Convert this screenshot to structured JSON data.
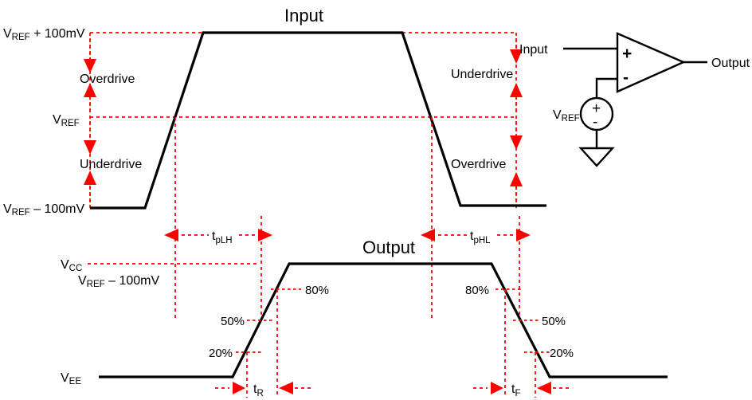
{
  "figure": {
    "type": "timing-diagram",
    "description": "Comparator input/output timing diagram showing overdrive, underdrive, propagation delays and rise/fall times"
  },
  "titles": {
    "input": "Input",
    "output": "Output"
  },
  "input_waveform": {
    "levels": {
      "high_label": "V",
      "high_sub": "REF",
      "high_rest": " + 100mV",
      "mid_label": "V",
      "mid_sub": "REF",
      "low_label": "V",
      "low_sub": "REF",
      "low_rest": " – 100mV"
    },
    "left_annotations": [
      {
        "name": "overdrive",
        "label": "Overdrive"
      },
      {
        "name": "underdrive",
        "label": "Underdrive"
      }
    ],
    "right_annotations": [
      {
        "name": "underdrive",
        "label": "Underdrive"
      },
      {
        "name": "overdrive",
        "label": "Overdrive"
      }
    ]
  },
  "output_waveform": {
    "levels": {
      "vcc_label": "V",
      "vcc_sub": "CC",
      "vcc_note_label": "V",
      "vcc_note_sub": "REF",
      "vcc_note_rest": " – 100mV",
      "vee_label": "V",
      "vee_sub": "EE"
    },
    "rising_markers": [
      {
        "name": "pct-80-rise",
        "label": "80%"
      },
      {
        "name": "pct-50-rise",
        "label": "50%"
      },
      {
        "name": "pct-20-rise",
        "label": "20%"
      }
    ],
    "falling_markers": [
      {
        "name": "pct-80-fall",
        "label": "80%"
      },
      {
        "name": "pct-50-fall",
        "label": "50%"
      },
      {
        "name": "pct-20-fall",
        "label": "20%"
      }
    ]
  },
  "timing_measurements": [
    {
      "name": "tpLH",
      "base": "t",
      "sub": "pLH"
    },
    {
      "name": "tpHL",
      "base": "t",
      "sub": "pHL"
    },
    {
      "name": "tR",
      "base": "t",
      "sub": "R"
    },
    {
      "name": "tF",
      "base": "t",
      "sub": "F"
    }
  ],
  "circuit": {
    "input_label": "Input",
    "output_label": "Output",
    "plus_symbol": "+",
    "minus_symbol": "-",
    "source_plus": "+",
    "source_minus": "-",
    "vref_label": "V",
    "vref_sub": "REF"
  },
  "colors": {
    "waveform": "#000000",
    "annotation": "#ff0000",
    "background": "#ffffff",
    "text": "#000000"
  }
}
